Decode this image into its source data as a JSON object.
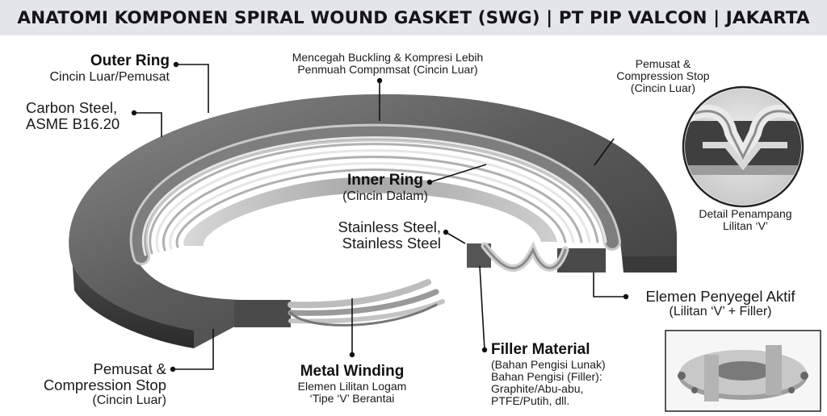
{
  "title": "ANATOMI KOMPONEN SPIRAL WOUND GASKET (SWG) | PT PIP VALCON | JAKARTA",
  "labels": {
    "outer_ring": {
      "title": "Outer Ring",
      "sub": "Cincin Luar/Pemusat"
    },
    "carbon_steel": {
      "line1": "Carbon Steel,",
      "line2": "ASME B16.20"
    },
    "buckling": {
      "line1": "Mencegah Buckling & Kompresi Lebih",
      "line2": "Penmuah Compnmsat (Cincin Luar)"
    },
    "top_right": {
      "line1": "Pemusat &",
      "line2": "Compression Stop",
      "line3": "(Cincin Luar)"
    },
    "detail": {
      "line1": "Detail Penampang",
      "line2": "Lilitan ‘V’"
    },
    "inner_ring": {
      "title": "Inner Ring",
      "sub": "(Cincin Dalam)"
    },
    "stainless": {
      "line1": "Stainless Steel,",
      "line2": "Stainless Steel"
    },
    "sealing": {
      "line1": "Elemen Penyegel Aktif",
      "line2": "(Lilitan ‘V’ + Filler)"
    },
    "bottom_left": {
      "line1": "Pemusat &",
      "line2": "Compression Stop",
      "line3": "(Cincin Luar)"
    },
    "metal_winding": {
      "title": "Metal Winding",
      "line1": "Elemen Lilitan Logam",
      "line2": "‘Tipe ‘V’ Berantai"
    },
    "filler": {
      "title": "Filler Material",
      "line1": "(Bahan Pengisi Lunak)",
      "line2": "Bahan Pengisi (Filler):",
      "line3": "Graphite/Abu-abu,",
      "line4": "PTFE/Putih, dll."
    }
  }
}
